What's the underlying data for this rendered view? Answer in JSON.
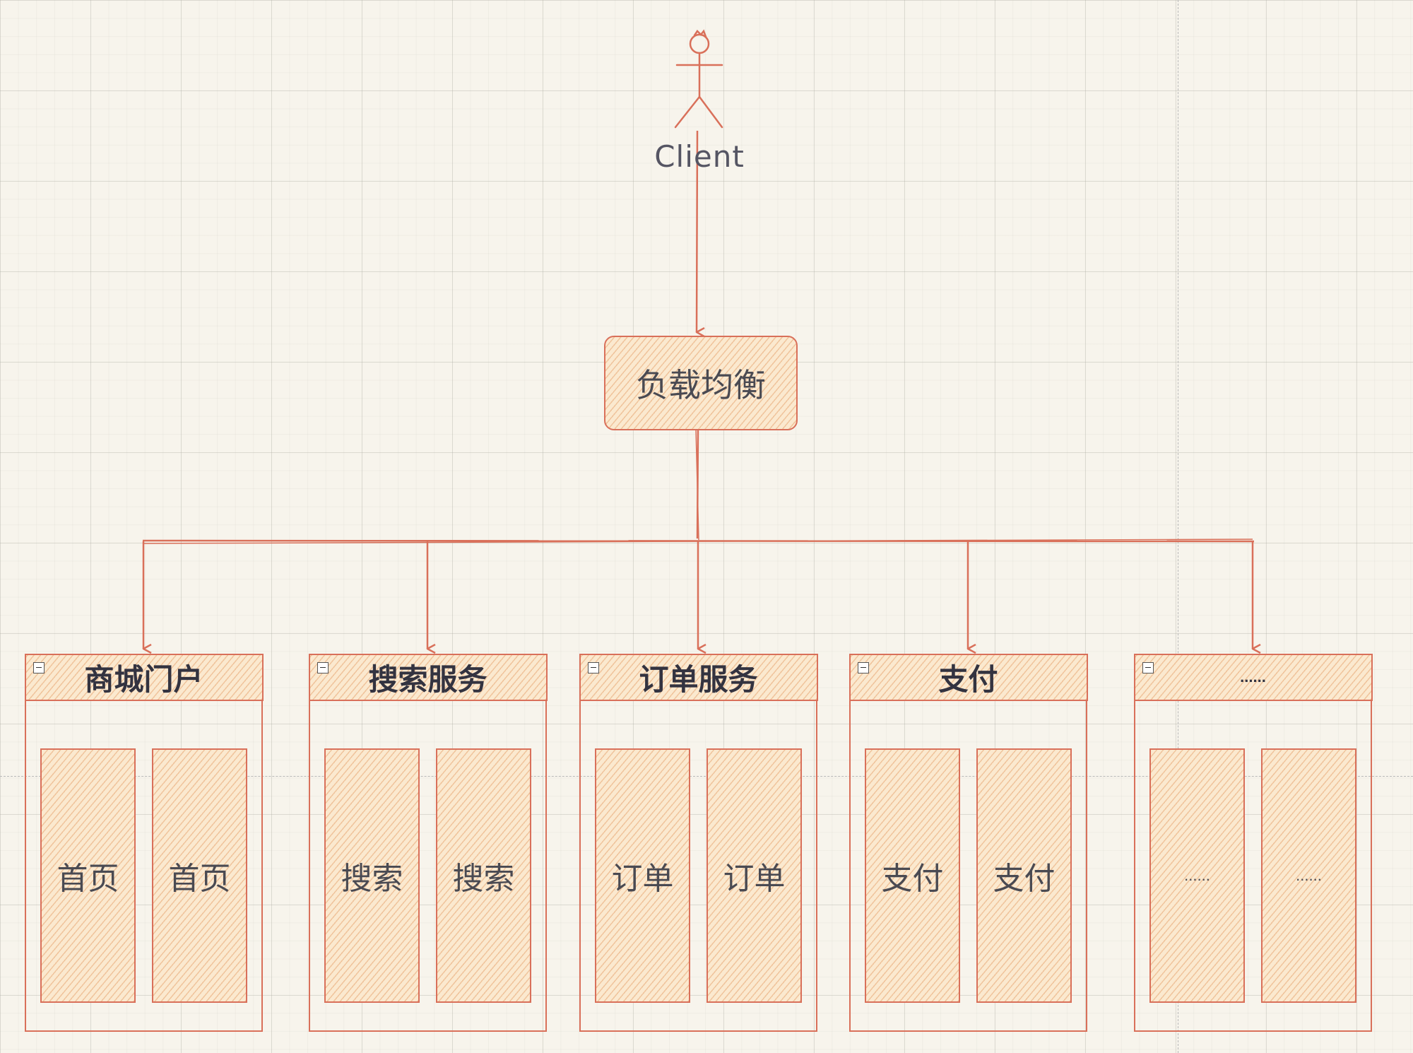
{
  "actor": {
    "label": "Client"
  },
  "load_balancer": {
    "label": "负载均衡"
  },
  "groups": [
    {
      "title": "商城门户",
      "nodes": [
        "首页",
        "首页"
      ]
    },
    {
      "title": "搜索服务",
      "nodes": [
        "搜索",
        "搜索"
      ]
    },
    {
      "title": "订单服务",
      "nodes": [
        "订单",
        "订单"
      ]
    },
    {
      "title": "支付",
      "nodes": [
        "支付",
        "支付"
      ]
    },
    {
      "title": "......",
      "nodes": [
        "......",
        "......"
      ]
    }
  ],
  "colors": {
    "stroke": "#d9705a",
    "fill": "#fbe9cf",
    "text": "#4a4a52"
  }
}
